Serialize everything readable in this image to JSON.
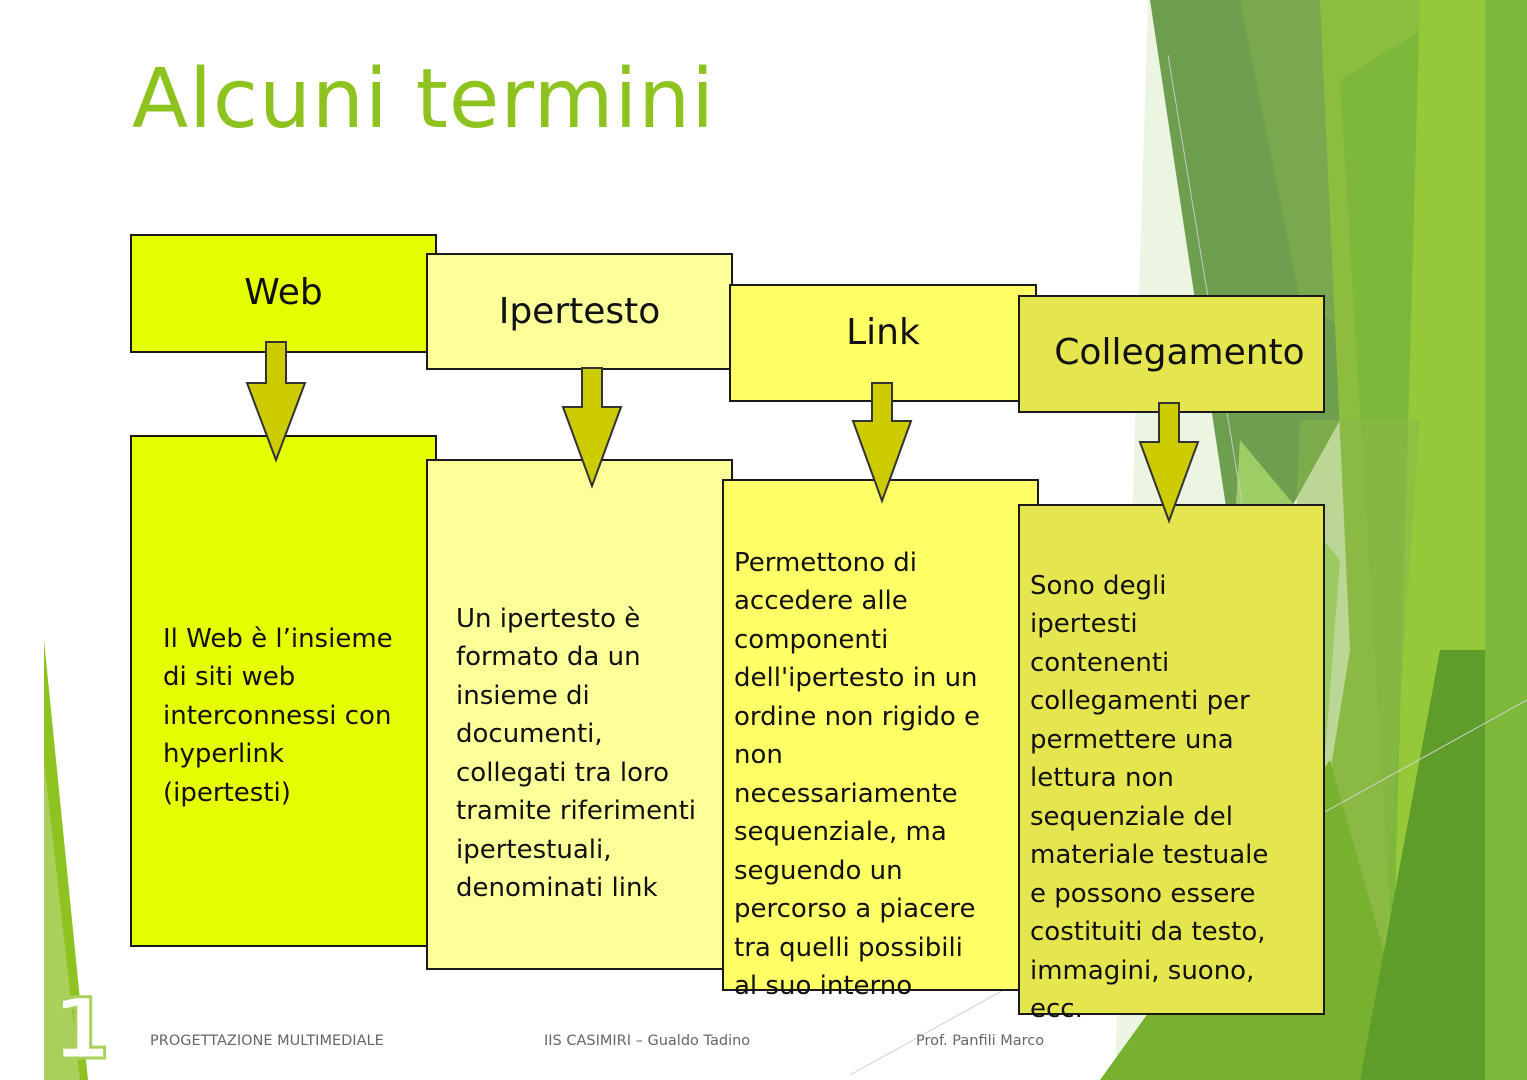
{
  "slide": {
    "title": "Alcuni termini",
    "slide_number": "1"
  },
  "terms": [
    {
      "heading": "Web",
      "description": "Il Web è l’insieme\ndi siti web\ninterconnessi con\nhyperlink\n(ipertesti)",
      "color": "#e5ff00"
    },
    {
      "heading": "Ipertesto",
      "description": "Un ipertesto è\nformato da un\ninsieme di\ndocumenti,\ncollegati tra loro\ntramite riferimenti\nipertestuali,\ndenominati link",
      "color": "#fdff99"
    },
    {
      "heading": "Link",
      "description": "Permettono di\naccedere alle\ncomponenti\ndell'ipertesto in un\nordine non rigido e\nnon\nnecessariamente\nsequenziale, ma\nseguendo un\npercorso a piacere\ntra quelli possibili\nal suo interno",
      "color": "#ffff66"
    },
    {
      "heading": "Collegamento",
      "description": "Sono degli\nipertesti\ncontenenti\ncollegamenti per\npermettere una\nlettura non\nsequenziale del\nmateriale testuale\ne possono essere\ncostituiti da testo,\nimmagini, suono,\necc.",
      "color": "#e5e54f"
    }
  ],
  "footer": {
    "course": "PROGETTAZIONE MULTIMEDIALE",
    "school": "IIS CASIMIRI – Gualdo Tadino",
    "author": "Prof. Panfili Marco"
  },
  "colors": {
    "title_green": "#8dc21f",
    "arrow_fill": "#cccc00"
  }
}
